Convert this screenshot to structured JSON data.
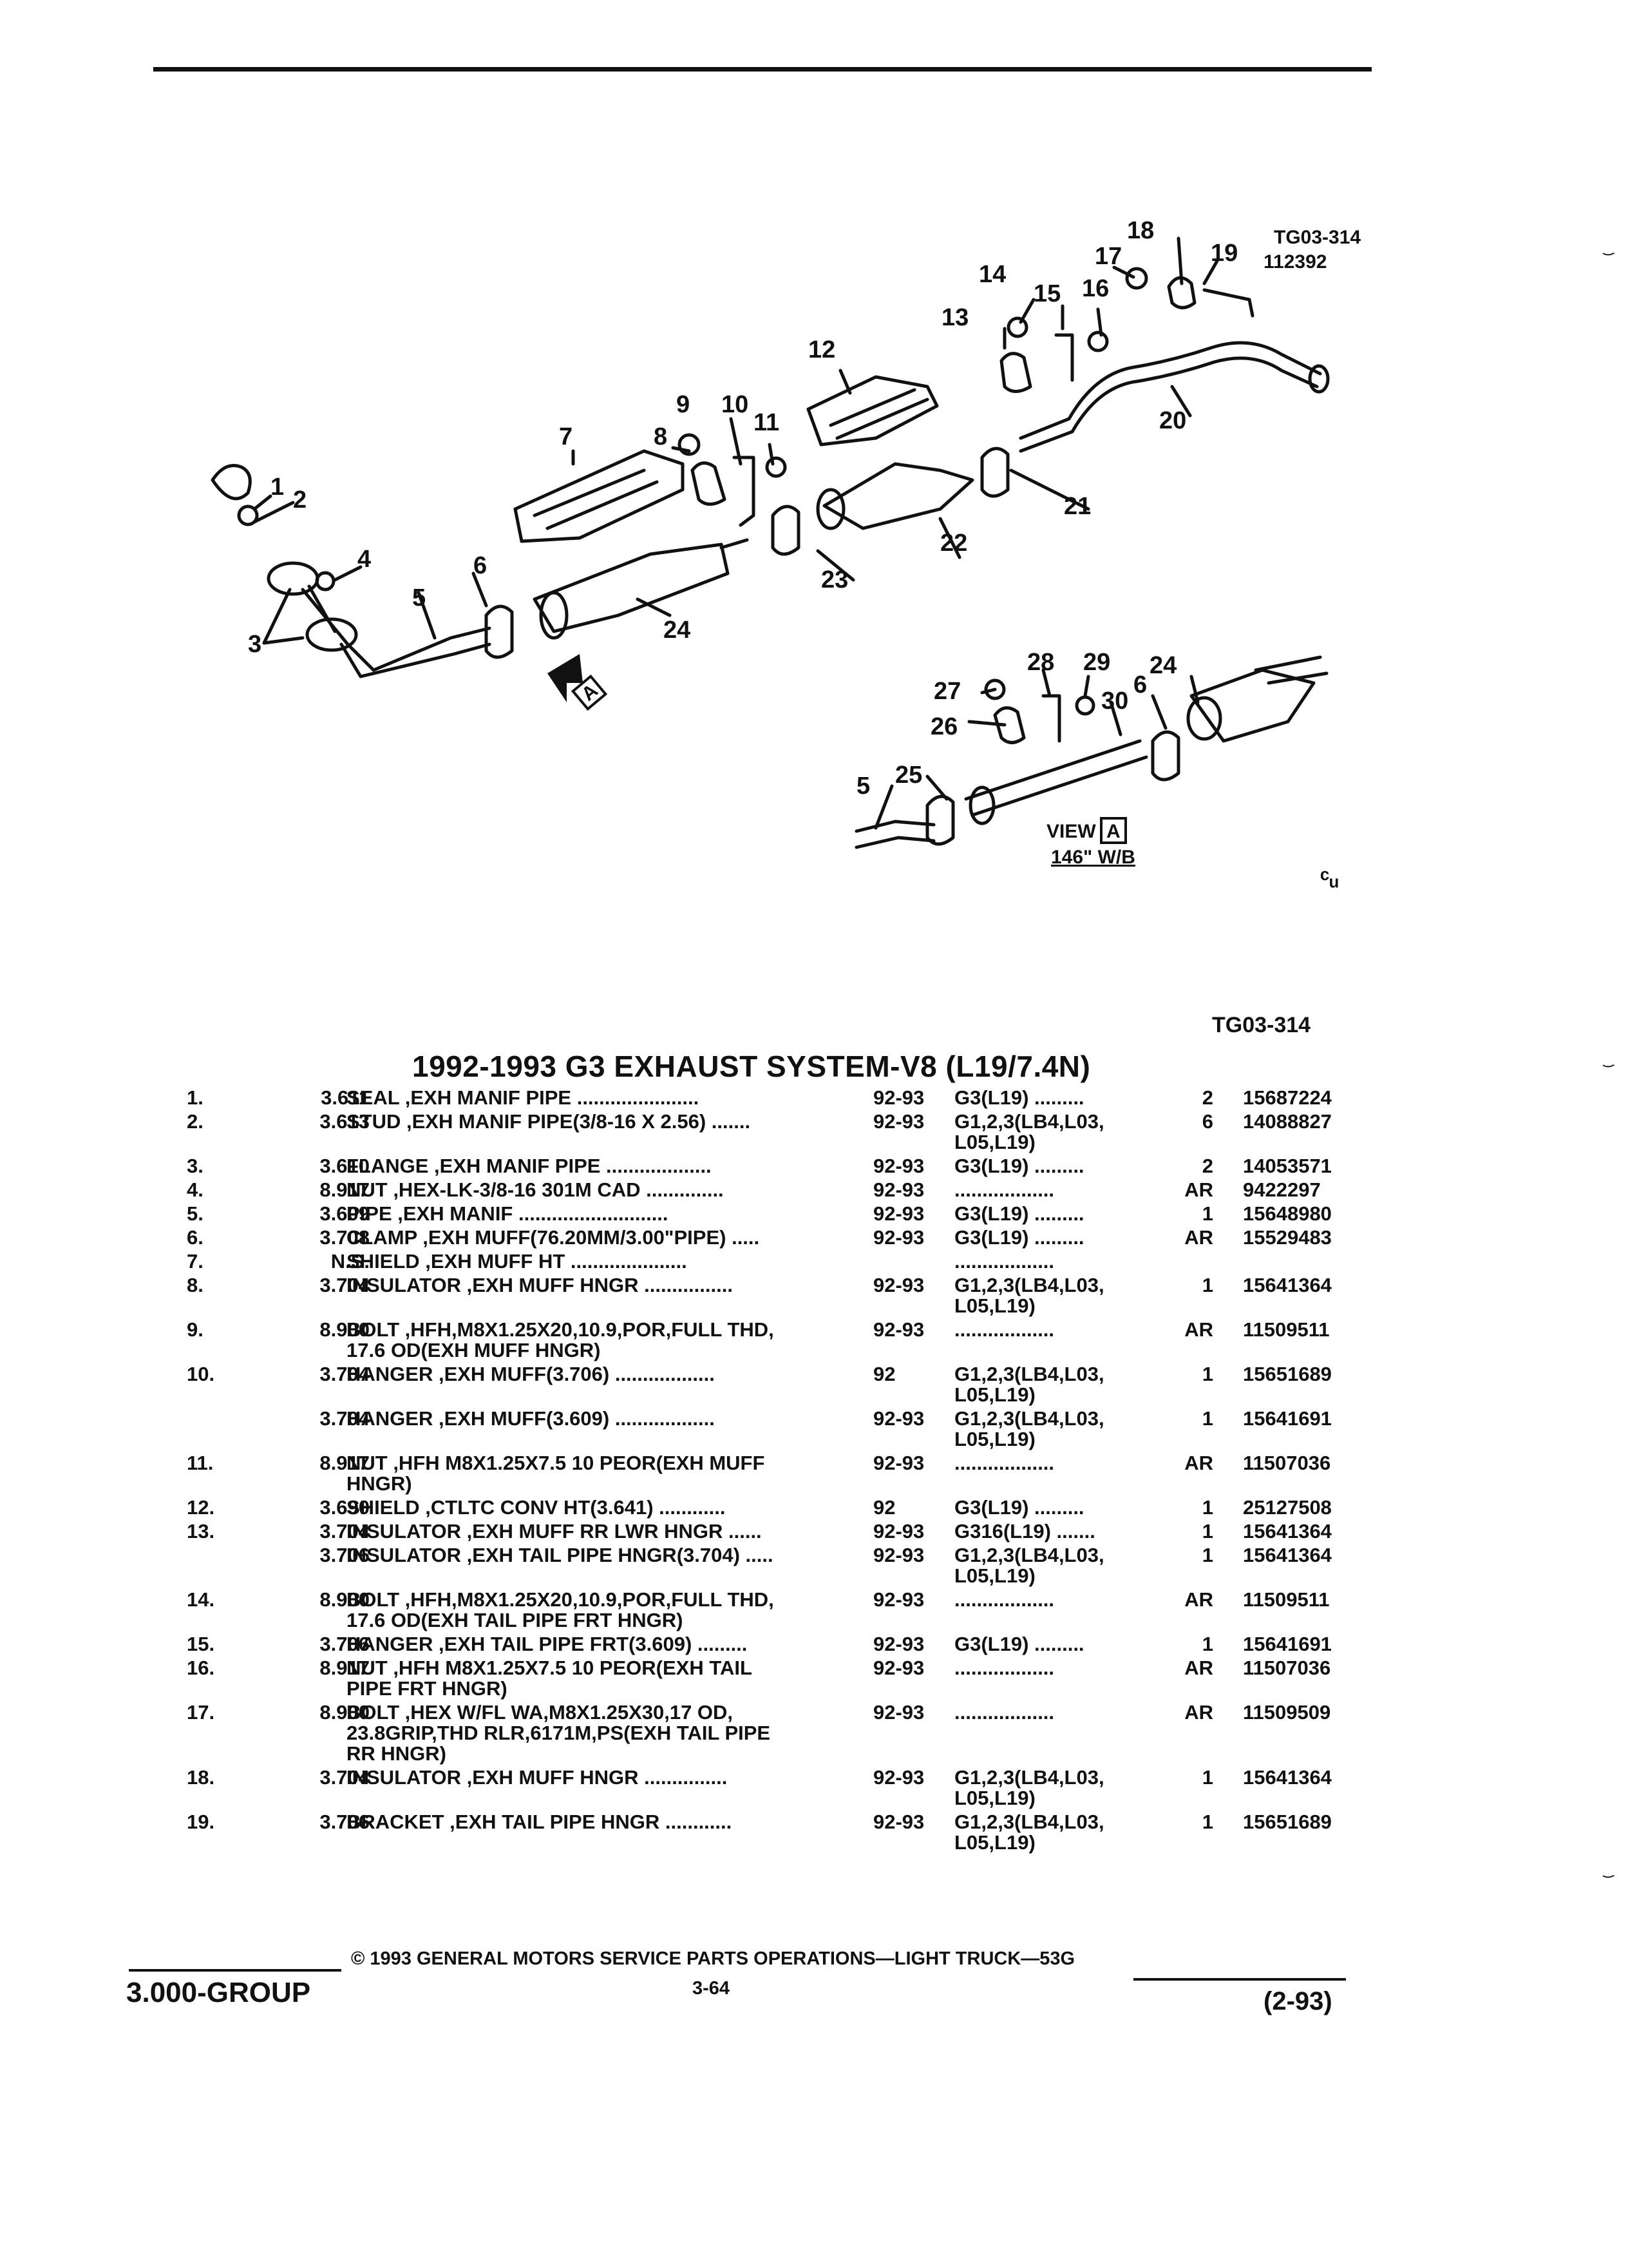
{
  "diagram": {
    "figure_ref": "TG03-314",
    "figure_code": "112392",
    "callouts": [
      "1",
      "2",
      "3",
      "4",
      "5",
      "6",
      "7",
      "8",
      "9",
      "10",
      "11",
      "12",
      "13",
      "14",
      "15",
      "16",
      "17",
      "18",
      "19",
      "20",
      "21",
      "22",
      "23",
      "24"
    ],
    "inset_callouts": [
      "24",
      "25",
      "26",
      "27",
      "28",
      "29",
      "30",
      "5",
      "6"
    ],
    "view_label": "VIEW",
    "view_tag": "A",
    "wheelbase": "146\" W/B",
    "view_arrow_tag": "A",
    "corner_mark": "ᶜᵤ"
  },
  "figure_ref_bottom": "TG03-314",
  "title": "1992-1993 G3 EXHAUST SYSTEM-V8 (L19/7.4N)",
  "rows": [
    {
      "num": "1.",
      "group": "3.611",
      "desc": "SEAL ,EXH MANIF PIPE ......................",
      "years": "92-93",
      "app": "G3(L19) .........",
      "qty": "2",
      "pn": "15687224"
    },
    {
      "num": "2.",
      "group": "3.613",
      "desc": "STUD ,EXH MANIF PIPE(3/8-16 X 2.56) .......",
      "years": "92-93",
      "app": "G1,2,3(LB4,L03,\nL05,L19)",
      "qty": "6",
      "pn": "14088827"
    },
    {
      "num": "3.",
      "group": "3.610",
      "desc": "FLANGE ,EXH MANIF PIPE ...................",
      "years": "92-93",
      "app": "G3(L19) .........",
      "qty": "2",
      "pn": "14053571"
    },
    {
      "num": "4.",
      "group": "8.917",
      "desc": "NUT ,HEX-LK-3/8-16 301M CAD ..............",
      "years": "92-93",
      "app": "..................",
      "qty": "AR",
      "pn": "9422297"
    },
    {
      "num": "5.",
      "group": "3.609",
      "desc": "PIPE ,EXH MANIF ...........................",
      "years": "92-93",
      "app": "G3(L19) .........",
      "qty": "1",
      "pn": "15648980"
    },
    {
      "num": "6.",
      "group": "3.708",
      "desc": "CLAMP ,EXH MUFF(76.20MM/3.00\"PIPE) .....",
      "years": "92-93",
      "app": "G3(L19) .........",
      "qty": "AR",
      "pn": "15529483"
    },
    {
      "num": "7.",
      "group": "N.S.",
      "desc": "SHIELD ,EXH MUFF HT .....................",
      "years": "",
      "app": "..................",
      "qty": "",
      "pn": ""
    },
    {
      "num": "8.",
      "group": "3.704",
      "desc": "INSULATOR ,EXH MUFF HNGR ................",
      "years": "92-93",
      "app": "G1,2,3(LB4,L03,\nL05,L19)",
      "qty": "1",
      "pn": "15641364"
    },
    {
      "num": "9.",
      "group": "8.900",
      "desc": "BOLT ,HFH,M8X1.25X20,10.9,POR,FULL THD,\n17.6 OD(EXH MUFF HNGR)",
      "years": "92-93",
      "app": "..................",
      "qty": "AR",
      "pn": "11509511"
    },
    {
      "num": "10.",
      "group": "3.704",
      "desc": "HANGER ,EXH MUFF(3.706) ..................",
      "years": "92",
      "app": "G1,2,3(LB4,L03,\nL05,L19)",
      "qty": "1",
      "pn": "15651689"
    },
    {
      "num": "",
      "group": "3.704",
      "desc": "HANGER ,EXH MUFF(3.609) ..................",
      "years": "92-93",
      "app": "G1,2,3(LB4,L03,\nL05,L19)",
      "qty": "1",
      "pn": "15641691"
    },
    {
      "num": "11.",
      "group": "8.917",
      "desc": "NUT ,HFH M8X1.25X7.5 10 PEOR(EXH MUFF\nHNGR)",
      "years": "92-93",
      "app": "..................",
      "qty": "AR",
      "pn": "11507036"
    },
    {
      "num": "12.",
      "group": "3.690",
      "desc": "SHIELD ,CTLTC CONV HT(3.641) ............",
      "years": "92",
      "app": "G3(L19) .........",
      "qty": "1",
      "pn": "25127508"
    },
    {
      "num": "13.",
      "group": "3.704",
      "desc": "INSULATOR ,EXH MUFF RR LWR HNGR ......",
      "years": "92-93",
      "app": "G316(L19) .......",
      "qty": "1",
      "pn": "15641364"
    },
    {
      "num": "",
      "group": "3.706",
      "desc": "INSULATOR ,EXH TAIL PIPE HNGR(3.704) .....",
      "years": "92-93",
      "app": "G1,2,3(LB4,L03,\nL05,L19)",
      "qty": "1",
      "pn": "15641364"
    },
    {
      "num": "14.",
      "group": "8.900",
      "desc": "BOLT ,HFH,M8X1.25X20,10.9,POR,FULL THD,\n17.6 OD(EXH TAIL PIPE FRT HNGR)",
      "years": "92-93",
      "app": "..................",
      "qty": "AR",
      "pn": "11509511"
    },
    {
      "num": "15.",
      "group": "3.706",
      "desc": "HANGER ,EXH TAIL PIPE FRT(3.609) .........",
      "years": "92-93",
      "app": "G3(L19) .........",
      "qty": "1",
      "pn": "15641691"
    },
    {
      "num": "16.",
      "group": "8.917",
      "desc": "NUT ,HFH M8X1.25X7.5 10 PEOR(EXH TAIL\nPIPE FRT HNGR)",
      "years": "92-93",
      "app": "..................",
      "qty": "AR",
      "pn": "11507036"
    },
    {
      "num": "17.",
      "group": "8.900",
      "desc": "BOLT ,HEX W/FL WA,M8X1.25X30,17 OD,\n23.8GRIP,THD RLR,6171M,PS(EXH TAIL PIPE\nRR HNGR)",
      "years": "92-93",
      "app": "..................",
      "qty": "AR",
      "pn": "11509509"
    },
    {
      "num": "18.",
      "group": "3.704",
      "desc": "INSULATOR ,EXH MUFF HNGR ...............",
      "years": "92-93",
      "app": "G1,2,3(LB4,L03,\nL05,L19)",
      "qty": "1",
      "pn": "15641364"
    },
    {
      "num": "19.",
      "group": "3.706",
      "desc": "BRACKET ,EXH TAIL PIPE HNGR ............",
      "years": "92-93",
      "app": "G1,2,3(LB4,L03,\nL05,L19)",
      "qty": "1",
      "pn": "15651689"
    }
  ],
  "footer": {
    "copyright": "© 1993 GENERAL MOTORS SERVICE PARTS OPERATIONS—LIGHT TRUCK—53G",
    "group": "3.000-GROUP",
    "page": "3-64",
    "date": "(2-93)"
  }
}
